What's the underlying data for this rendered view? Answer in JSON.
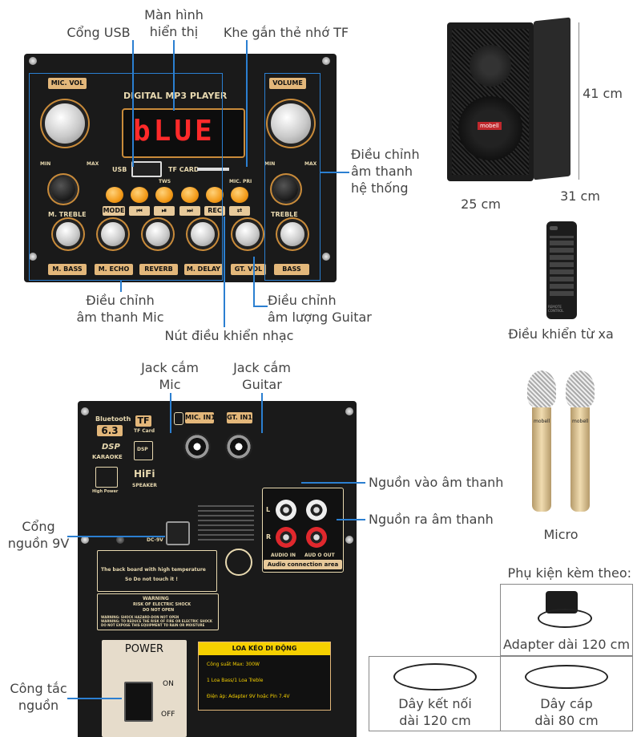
{
  "top_panel": {
    "title": "DIGITAL MP3 PLAYER",
    "display_text": "bLUE",
    "mic_vol": "MIC. VOL",
    "volume": "VOLUME",
    "usb": "USB",
    "tf_card": "TF CARD",
    "tws": "TWS",
    "mic_pri": "MIC. PRI",
    "m_treble": "M. TREBLE",
    "treble": "TREBLE",
    "min": "MIN",
    "max": "MAX",
    "buttons": [
      "MODE",
      "⏮",
      "⏯",
      "⏭",
      "REC",
      "⮂"
    ],
    "knob_labels": [
      "M. BASS",
      "M. ECHO",
      "REVERB",
      "M. DELAY",
      "GT. VOL",
      "BASS"
    ]
  },
  "top_labels": {
    "usb_port": "Cổng USB",
    "display": "Màn hình\nhiển thị",
    "tf_slot": "Khe gắn thẻ nhớ TF",
    "system_sound": "Điều chỉnh\nâm thanh\nhệ thống",
    "mic_sound": "Điều chỉnh\nâm thanh Mic",
    "guitar_volume": "Điều chỉnh\nâm lượng Guitar",
    "music_buttons": "Nút điều khiển nhạc"
  },
  "speaker": {
    "brand": "mobell",
    "height": "41 cm",
    "width": "25 cm",
    "depth": "31 cm"
  },
  "remote": {
    "caption": "Điều khiển từ xa",
    "text": "REMOTE CONTROL"
  },
  "micro": {
    "caption": "Micro",
    "brand": "mobell"
  },
  "back_panel": {
    "bluetooth": "Bluetooth",
    "bt_version": "6.3",
    "tf": "TF",
    "tf_card": "TF Card",
    "dsp": "DSP",
    "karaoke": "KARAOKE",
    "dsp_chip": "DSP",
    "hifi": "HiFi",
    "hifi_speaker": "SPEAKER",
    "high_power": "High Power",
    "mic_in": "MIC. IN1",
    "gt_in": "GT. IN1",
    "dc": "DC-9V",
    "l": "L",
    "r": "R",
    "audio_in": "AUDIO IN",
    "audio_out": "AUD O OUT",
    "audio_area": "Audio connection area",
    "warn1": "The back board with high temperature",
    "warn2": "So Do not touch it !",
    "warning": "WARNING",
    "warning_sub1": "RISK OF ELECTRIC SHOCK",
    "warning_sub2": "DO NOT OPEN",
    "warn_line1": "WARNING: SHOCK HAZARD-DON NOT OPEN",
    "warn_line2": "WARNING: TO REDUCE THE RISK OF FIRE OR ELECTRIC SHOCK",
    "warn_line3": "DO NOT EXPOSE THIS EQUIPMENT TO RAIN OR MOISTURE",
    "power": "POWER",
    "on": "ON",
    "off": "OFF",
    "spec_title": "LOA KÉO DI ĐỘNG",
    "spec1": "Công suất Max: 300W",
    "spec2": "1 Loa Bass/1 Loa Treble",
    "spec3": "Điện áp: Adapter 9V hoặc Pin 7.4V"
  },
  "back_labels": {
    "mic_jack": "Jack cắm\nMic",
    "guitar_jack": "Jack cắm\nGuitar",
    "audio_input": "Nguồn vào âm thanh",
    "audio_output": "Nguồn ra âm thanh",
    "power_port": "Cổng\nnguồn 9V",
    "power_switch": "Công tắc\nnguồn"
  },
  "accessories": {
    "title": "Phụ kiện kèm theo:",
    "adapter": "Adapter dài 120 cm",
    "cable1": "Dây kết nối\ndài 120 cm",
    "cable2": "Dây cáp\ndài 80 cm"
  },
  "colors": {
    "accent": "#2b7fd1",
    "gold": "#e3b77a",
    "orange": "#f39b1a"
  }
}
